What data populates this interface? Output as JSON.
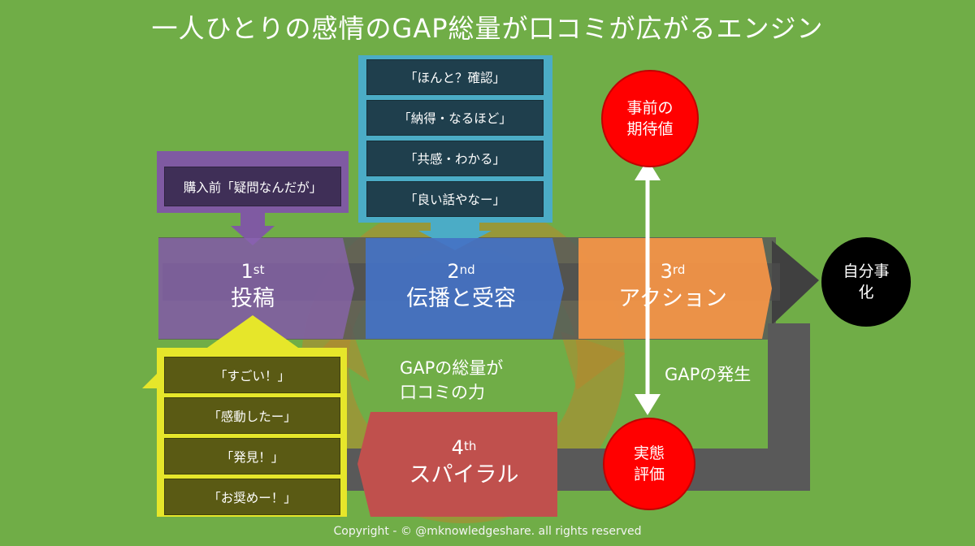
{
  "title": "一人ひとりの感情のGAP総量が口コミが広がるエンジン",
  "stages": {
    "s1": {
      "num": "1",
      "sup": "st",
      "name": "投稿"
    },
    "s2": {
      "num": "2",
      "sup": "nd",
      "name": "伝播と受容"
    },
    "s3": {
      "num": "3",
      "sup": "rd",
      "name": "アクション"
    },
    "s4": {
      "num": "4",
      "sup": "th",
      "name": "スパイラル"
    }
  },
  "purple_box": {
    "label": "購入前「疑問なんだが」"
  },
  "teal_items": [
    "「ほんと？確認」",
    "「納得・なるほど」",
    "「共感・わかる」",
    "「良い話やなー」"
  ],
  "yellow_items": [
    "「すごい！」",
    "「感動したー」",
    "「発見！」",
    "「お奨めー！」"
  ],
  "expectation_circle": {
    "line1": "事前の",
    "line2": "期待値"
  },
  "evaluation_circle": {
    "line1": "実態",
    "line2": "評価"
  },
  "jibun_circle": {
    "line1": "自分事",
    "line2": "化"
  },
  "center_note": {
    "line1": "GAPの総量が",
    "line2": "口コミの力"
  },
  "gap_note": "GAPの発生",
  "copyright": "Copyright - © @mknowledgeshare. all rights reserved",
  "colors": {
    "background": "#70ad47",
    "purple": "#7f5aa2",
    "teal": "#4bacc6",
    "blue": "#4472c4",
    "orange": "#f79646",
    "red_stage": "#c0504d",
    "yellow": "#e6e62a",
    "circle_red": "#ff0000",
    "gray": "#595959"
  }
}
